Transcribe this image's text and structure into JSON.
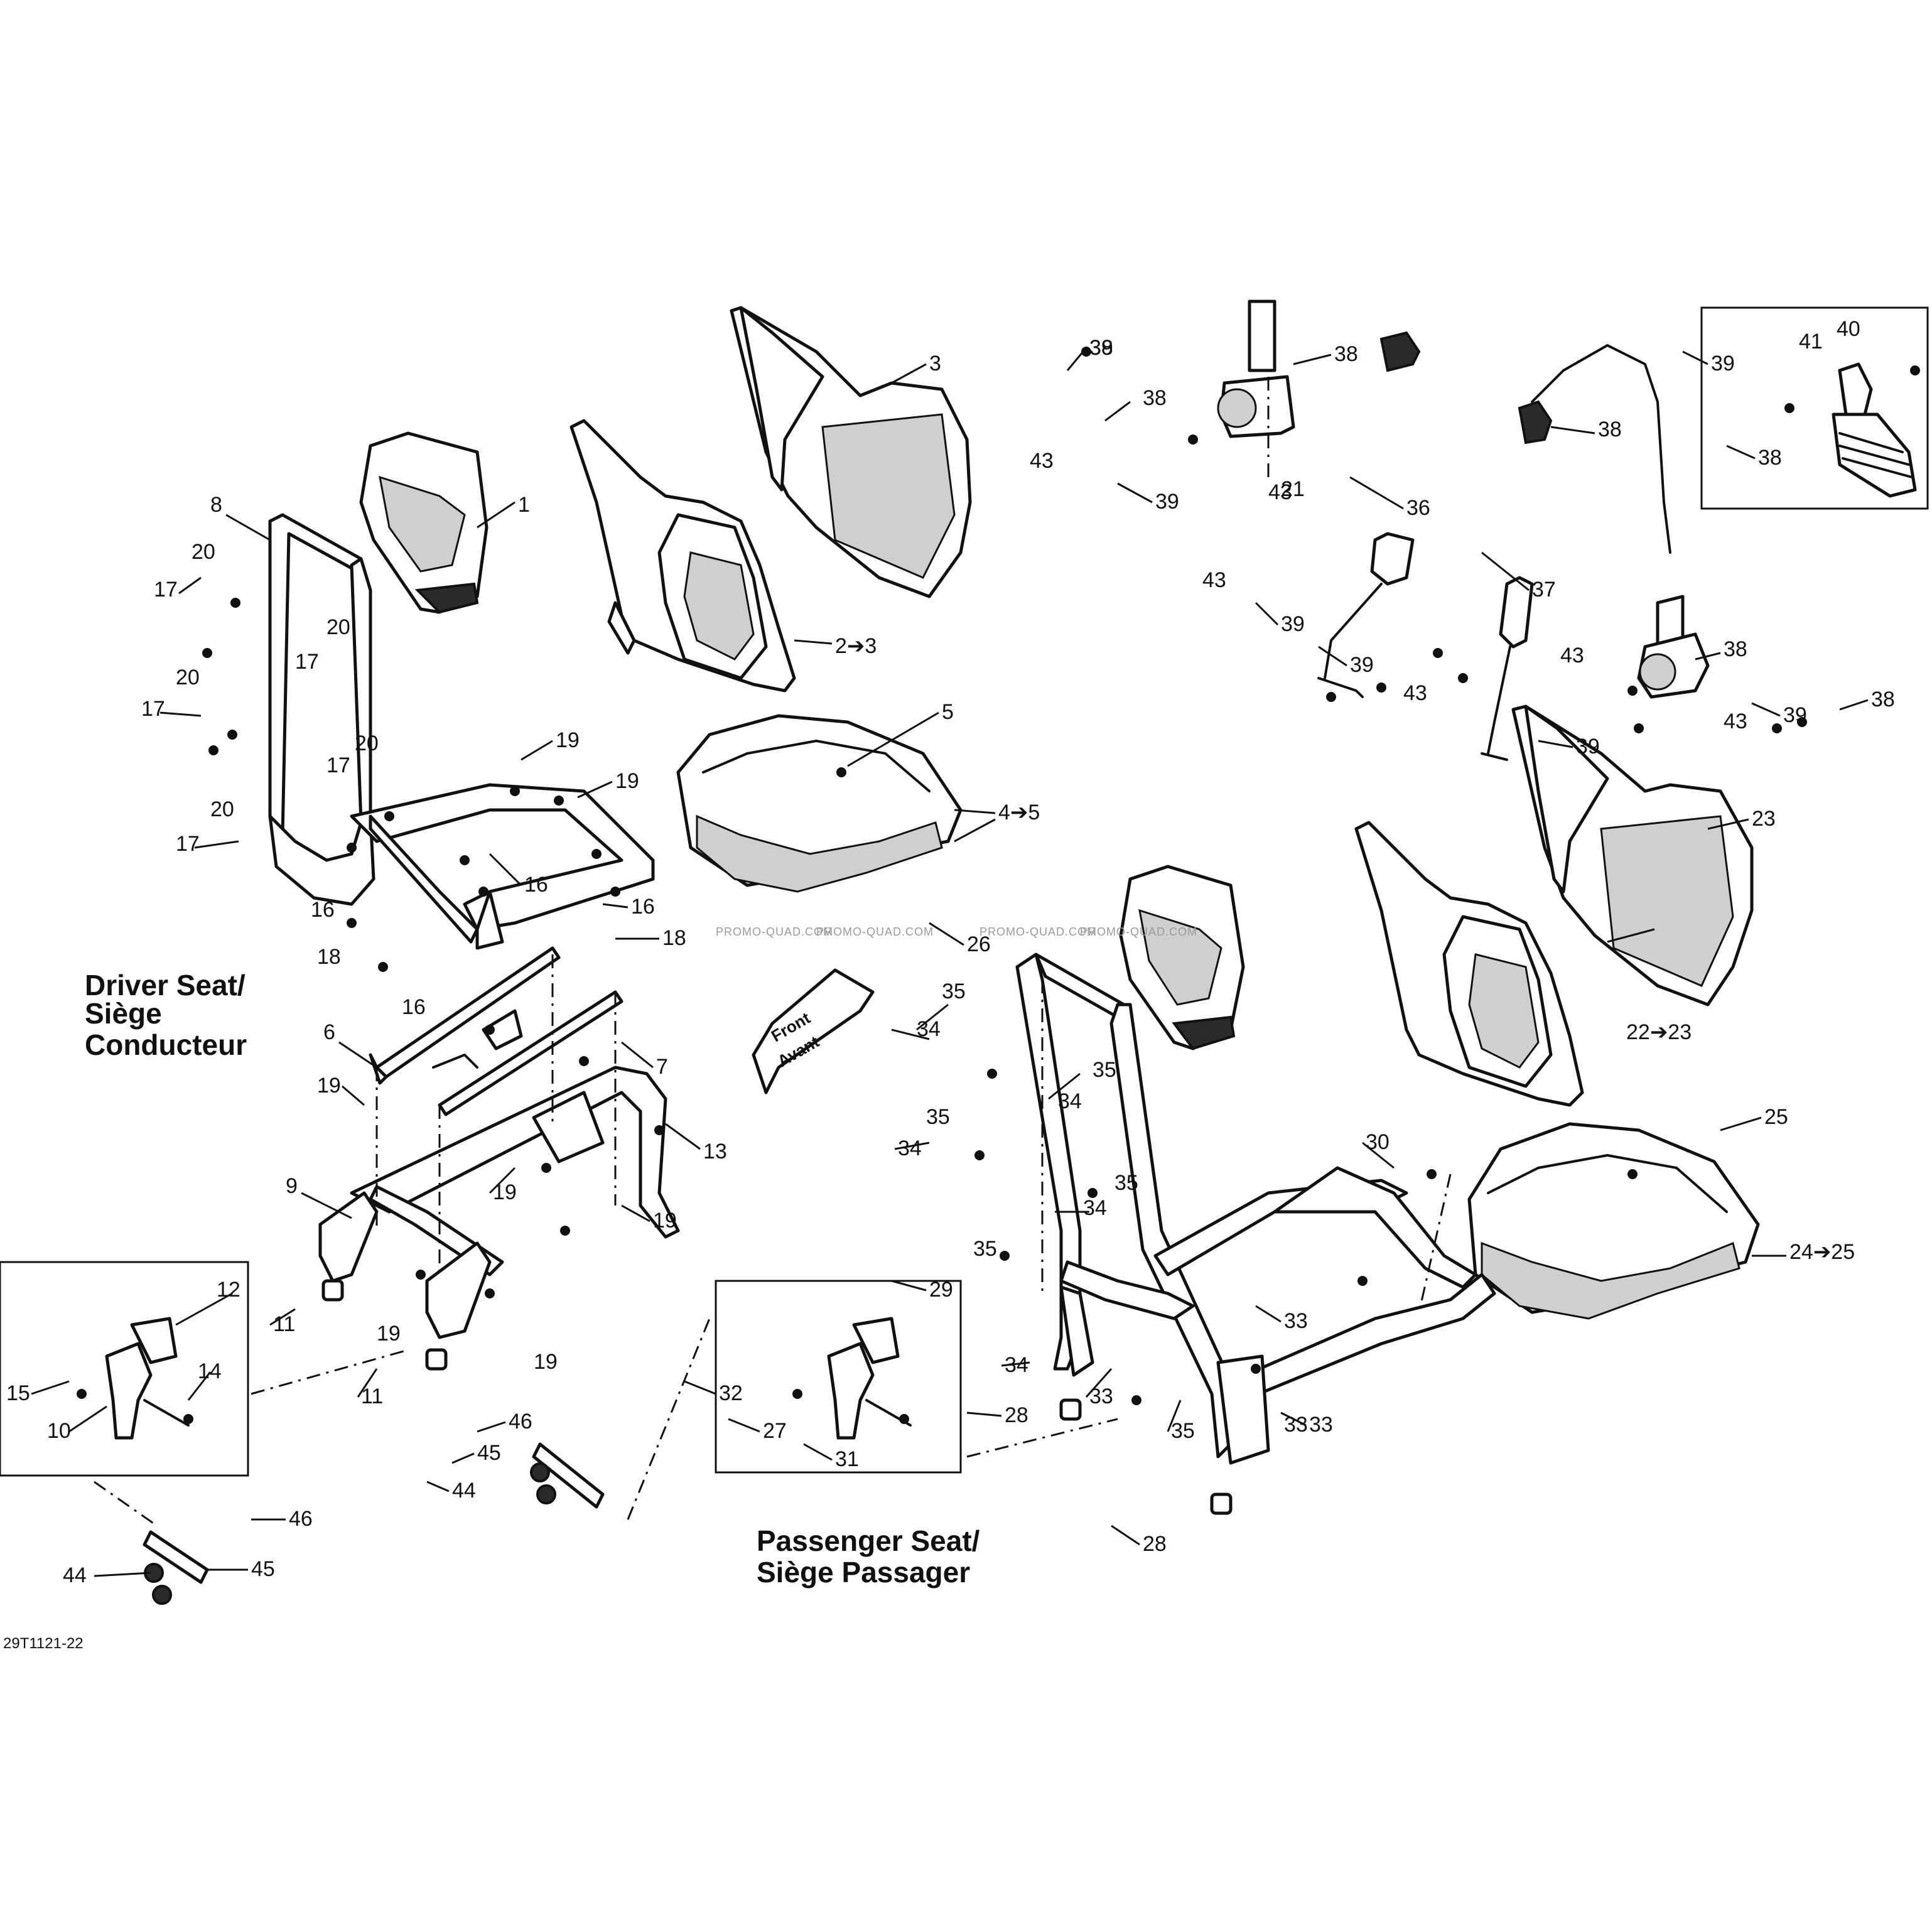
{
  "titles": {
    "driver_line1": "Driver Seat/",
    "driver_line2": "Siège",
    "driver_line3": "Conducteur",
    "passenger_line1": "Passenger Seat/",
    "passenger_line2": "Siège Passager"
  },
  "direction": {
    "line1": "Front",
    "line2": "Avant"
  },
  "figure_id": "29T1121-22",
  "watermark": "PROMO-QUAD.COM",
  "callouts": [
    "1",
    "2➔3",
    "3",
    "4➔5",
    "5",
    "6",
    "7",
    "8",
    "9",
    "10",
    "11",
    "11",
    "12",
    "13",
    "14",
    "15",
    "16",
    "16",
    "16",
    "16",
    "17",
    "17",
    "17",
    "17",
    "17",
    "18",
    "18",
    "19",
    "19",
    "19",
    "19",
    "19",
    "19",
    "19",
    "20",
    "20",
    "20",
    "20",
    "20",
    "21",
    "22➔23",
    "23",
    "24➔25",
    "25",
    "26",
    "27",
    "28",
    "28",
    "29",
    "30",
    "31",
    "32",
    "33",
    "33",
    "33",
    "33",
    "34",
    "34",
    "34",
    "34",
    "34",
    "35",
    "35",
    "35",
    "35",
    "35",
    "35",
    "36",
    "37",
    "38",
    "38",
    "38",
    "38",
    "38",
    "38",
    "38",
    "39",
    "39",
    "39",
    "39",
    "39",
    "39",
    "39",
    "40",
    "41",
    "43",
    "43",
    "43",
    "43",
    "43",
    "43",
    "44",
    "44",
    "45",
    "45",
    "46",
    "46"
  ]
}
